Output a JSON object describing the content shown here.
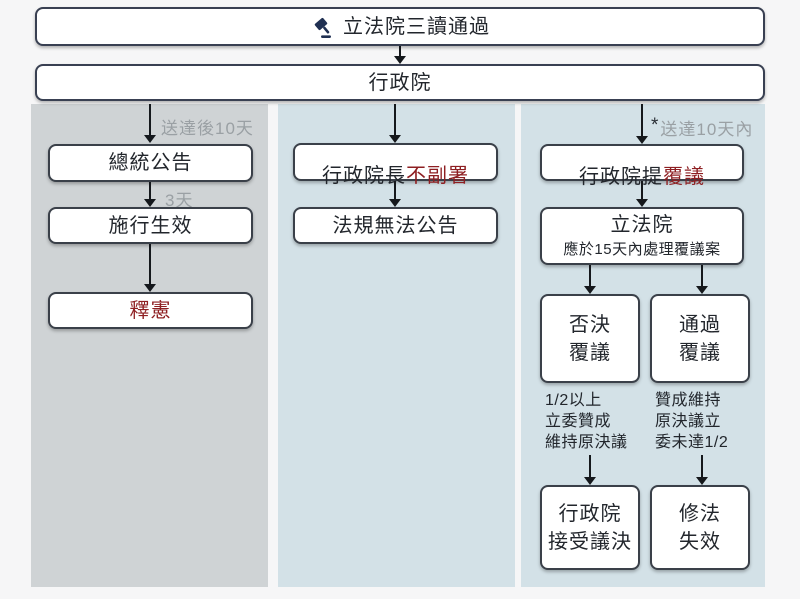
{
  "header": {
    "third_reading": "立法院三讀通過",
    "executive_yuan": "行政院"
  },
  "left_column": {
    "arrow1_label": "送達後10天",
    "box_promulgation": "總統公告",
    "arrow2_label": "3天",
    "box_take_effect": "施行生效",
    "box_interpretation": "釋憲"
  },
  "middle_column": {
    "box_premier_prefix": "行政院長",
    "box_premier_red": "不副署",
    "box_no_promulgation": "法規無法公告"
  },
  "right_column": {
    "arrow1_star": "*",
    "arrow1_label": "送達10天內",
    "box_reconsider_prefix": "行政院提",
    "box_reconsider_red": "覆議",
    "box_ly_title": "立法院",
    "box_ly_sub": "應於15天內處理覆議案",
    "box_reject": "否決\n覆議",
    "box_pass": "通過\n覆議",
    "label_uphold": "1/2以上\n立委贊成\n維持原決議",
    "label_not_uphold": "贊成維持\n原決議立\n委未達1/2",
    "box_accept": "行政院\n接受議決",
    "box_invalid": "修法\n失效"
  },
  "colors": {
    "accent_red": "#8e1f22",
    "panel_gray": "#cfd3d5",
    "panel_blue": "#d3e1e7",
    "box_border": "#3a4049",
    "label_gray": "#9aa0a4",
    "gavel_navy": "#203052"
  },
  "icons": {
    "gavel": "gavel-icon"
  }
}
